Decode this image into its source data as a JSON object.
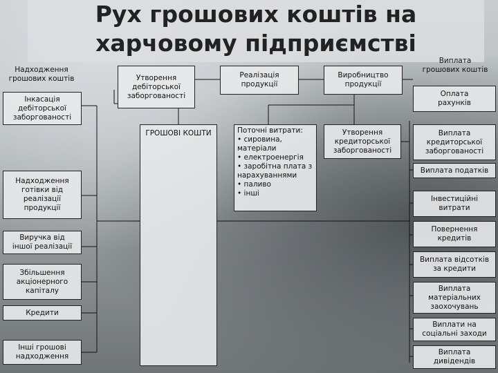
{
  "title": "Рух грошових коштів на харчовому підприємстві",
  "inflows": {
    "header": "Надходження\nгрошових коштів",
    "items": [
      "Інкасація\nдебіторської\nзаборгованості",
      "Надходження\nготівки від\nреалізації\nпродукції",
      "Виручка від\nіншої реалізації",
      "Збільшення\nакціонерного\nкапіталу",
      "Кредити",
      "Інші грошові\nнадходження"
    ]
  },
  "cycle": {
    "receivables": "Утворення\nдебіторської\nзаборгованості",
    "sales": "Реалізація\nпродукції",
    "production": "Виробництво\nпродукції",
    "cash": "ГРОШОВІ КОШТИ",
    "current_costs": "Поточні витрати:\n• сировина,\nматеріали\n• електроенергія\n• заробітна плата з\nнарахуваннями\n• паливо\n• інші",
    "payables": "Утворення\nкредиторської\nзаборгованості"
  },
  "outflows": {
    "header": "Виплата\nгрошових коштів",
    "items": [
      "Оплата\nрахунків",
      "Виплата\nкредиторської\nзаборгованості",
      "Виплата податків",
      "Інвестиційні\nвитрати",
      "Повернення\nкредитів",
      "Виплата відсотків\nза кредити",
      "Виплата\nматеріальних\nзаохочувань",
      "Виплати на\nсоціальні заходи",
      "Виплата\nдивідендів"
    ]
  }
}
